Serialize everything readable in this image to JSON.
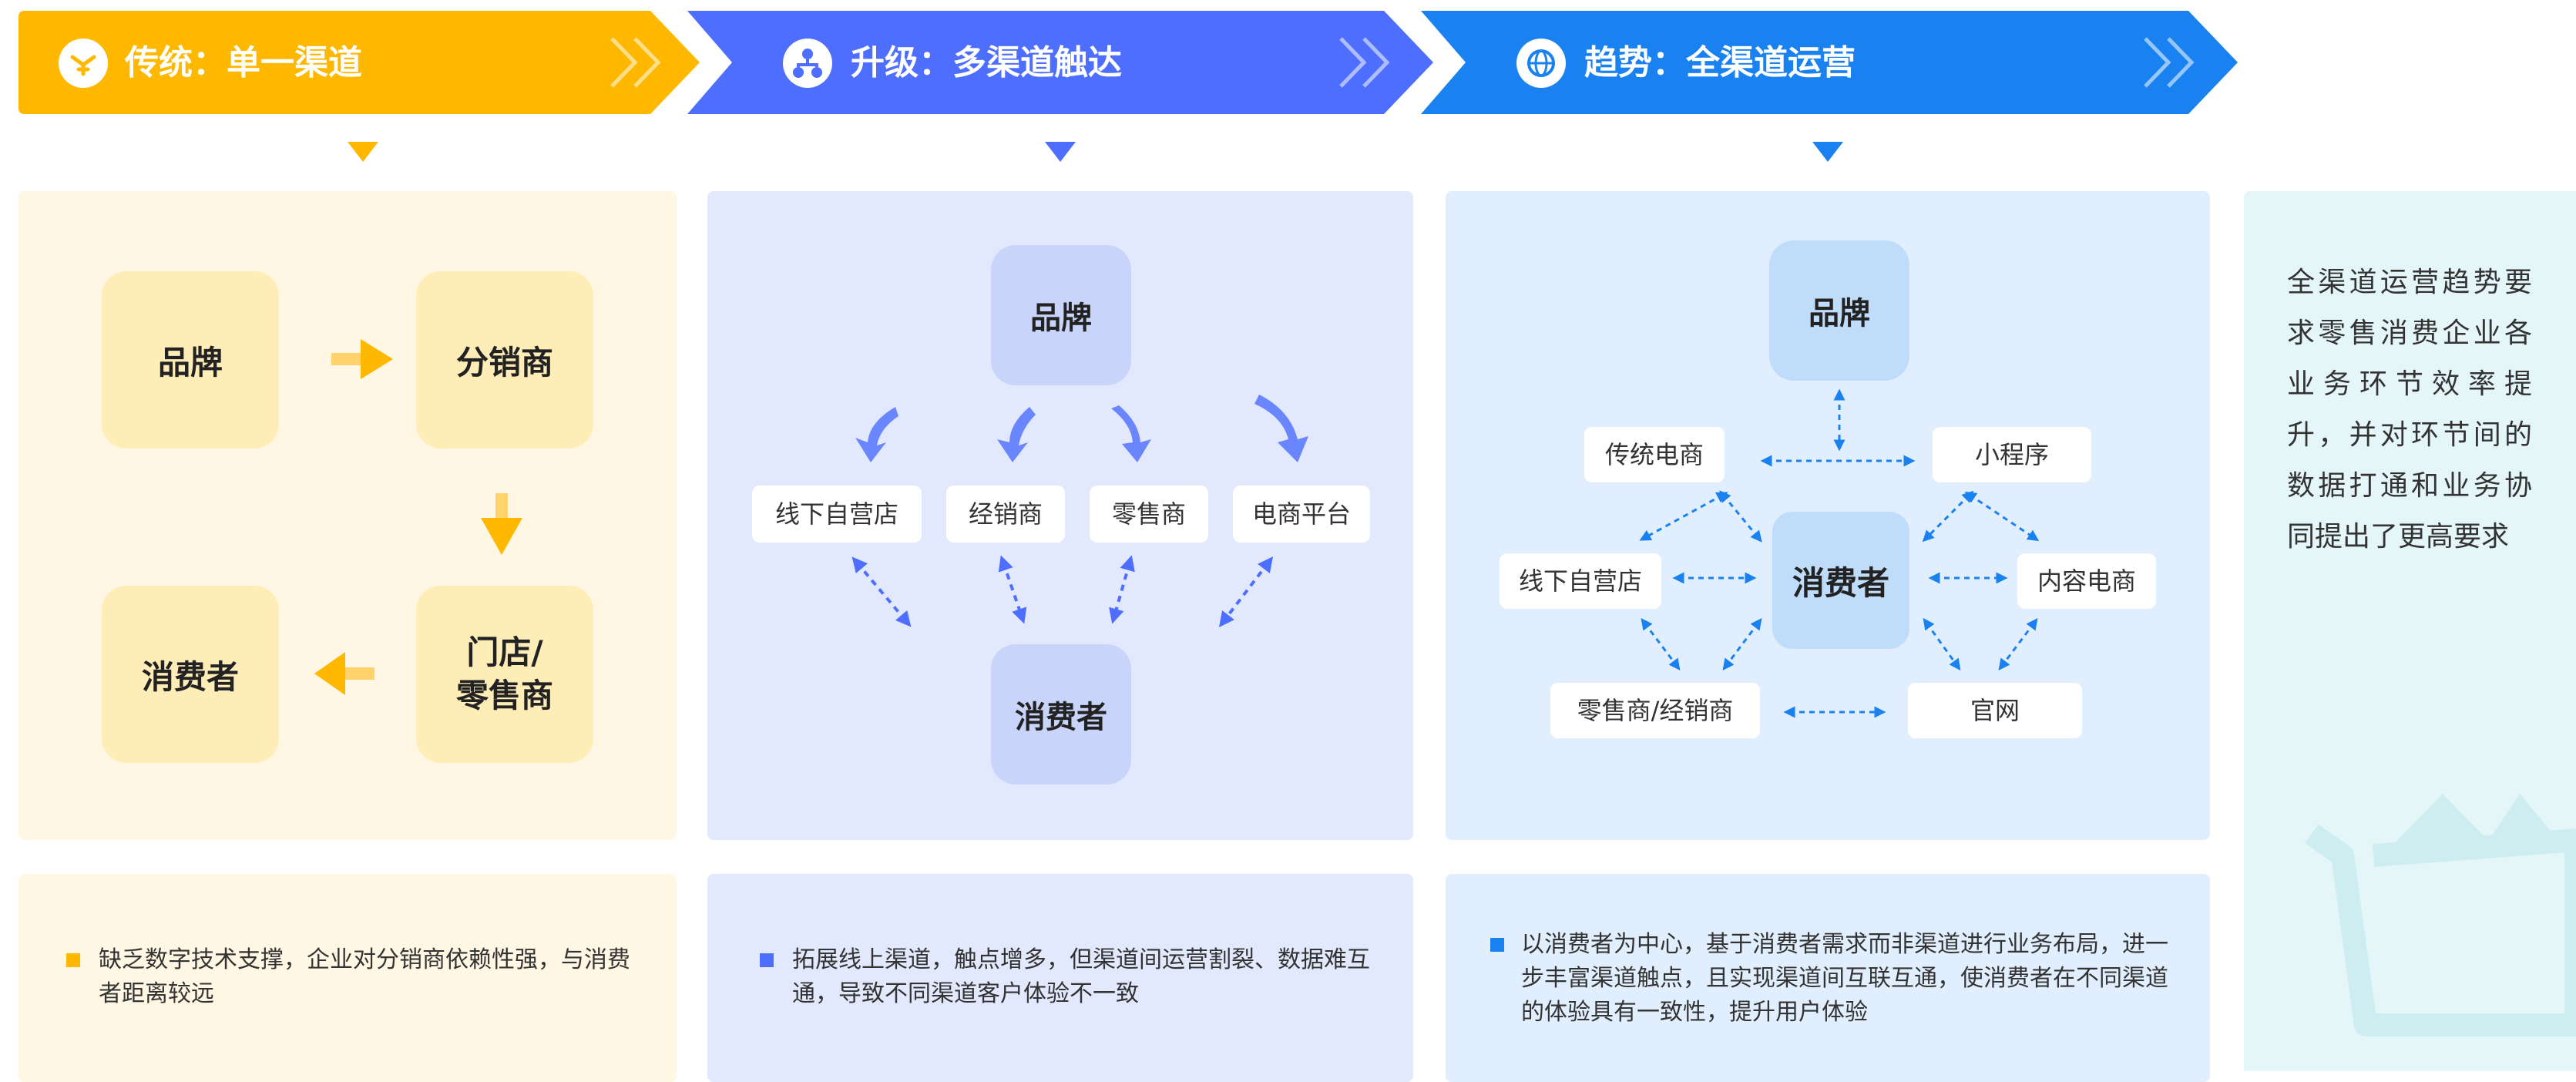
{
  "colors": {
    "yellow": "#FFB800",
    "blue1": "#4D6EFF",
    "blue2": "#1A82F0",
    "yellow_bg": "#FFF7E3",
    "blue1_bg": "#E3E9FD",
    "blue2_bg": "#E1EEFD",
    "teal_bg": "#E4F6F8"
  },
  "stages": [
    {
      "title": "传统：单一渠道",
      "icon": "channel-icon"
    },
    {
      "title": "升级：多渠道触达",
      "icon": "network-icon"
    },
    {
      "title": "趋势：全渠道运营",
      "icon": "globe-icon"
    }
  ],
  "traditional": {
    "brand": "品牌",
    "distributor": "分销商",
    "store_line1": "门店/",
    "store_line2": "零售商",
    "consumer": "消费者"
  },
  "upgrade": {
    "brand": "品牌",
    "consumer": "消费者",
    "channels": [
      "线下自营店",
      "经销商",
      "零售商",
      "电商平台"
    ]
  },
  "trend": {
    "brand": "品牌",
    "consumer": "消费者",
    "channels": [
      "传统电商",
      "小程序",
      "线下自营店",
      "内容电商",
      "零售商/经销商",
      "官网"
    ]
  },
  "notes": {
    "traditional": "缺乏数字技术支撑，企业对分销商依赖性强，与消费者距离较远",
    "upgrade": "拓展线上渠道，触点增多，但渠道间运营割裂、数据难互通，导致不同渠道客户体验不一致",
    "trend": "以消费者为中心，基于消费者需求而非渠道进行业务布局，进一步丰富渠道触点，且实现渠道间互联互通，使消费者在不同渠道的体验具有一致性，提升用户体验"
  },
  "summary": "全渠道运营趋势要求零售消费企业各业务环节效率提升，并对环节间的数据打通和业务协同提出了更高要求"
}
